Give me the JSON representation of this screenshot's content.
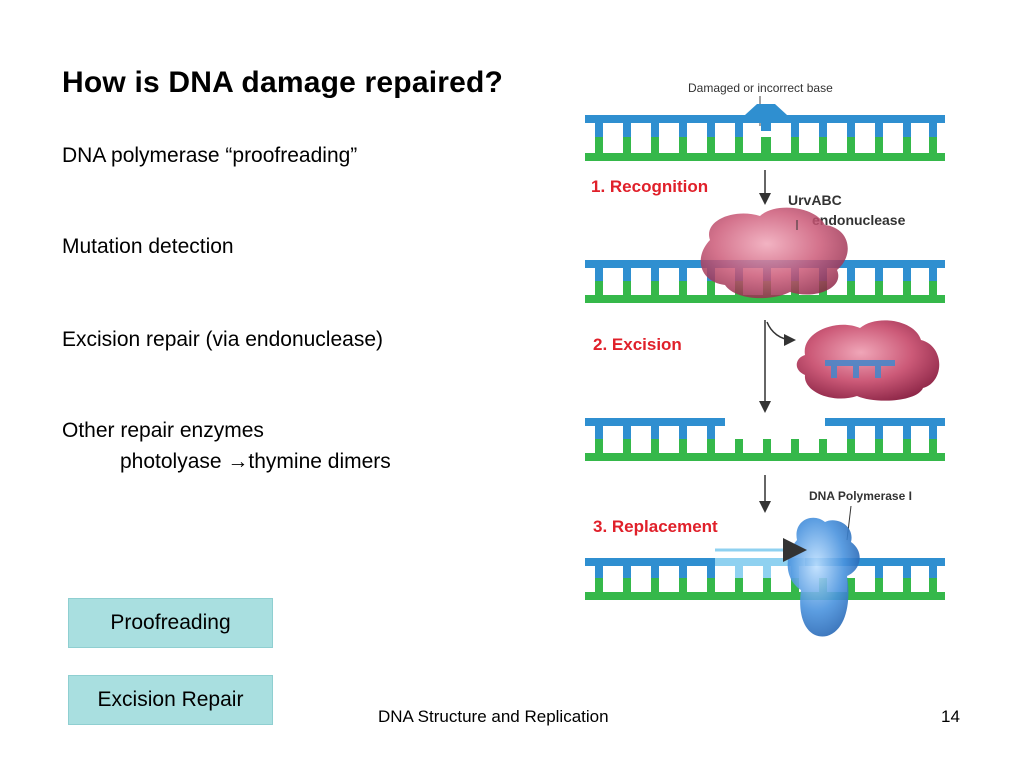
{
  "slide": {
    "title": "How is DNA damage repaired?",
    "bullets": {
      "proofreading": "DNA polymerase “proofreading”",
      "mutation": "Mutation detection",
      "excision": "Excision repair (via endonuclease)",
      "other": "Other repair enzymes",
      "photolyase": "photolyase ",
      "photolyase_arrow": "→",
      "photolyase_target": "thymine dimers"
    },
    "buttons": {
      "proofreading": "Proofreading",
      "excision_repair": "Excision Repair"
    },
    "footer": {
      "title": "DNA Structure and Replication",
      "page_number": "14"
    }
  },
  "diagram": {
    "damaged_label": "Damaged or incorrect base",
    "step1": "1. Recognition",
    "urvabc_line1": "UrvABC",
    "urvabc_line2": "endonuclease",
    "step2": "2. Excision",
    "dna_pol_label": "DNA Polymerase I",
    "step3": "3. Replacement",
    "colors": {
      "strand_blue": "#2f8fd0",
      "strand_green": "#35b84a",
      "step_red": "#e0202a",
      "enzyme_red": "#c24a6a",
      "enzyme_blue": "#3f86d6"
    }
  }
}
